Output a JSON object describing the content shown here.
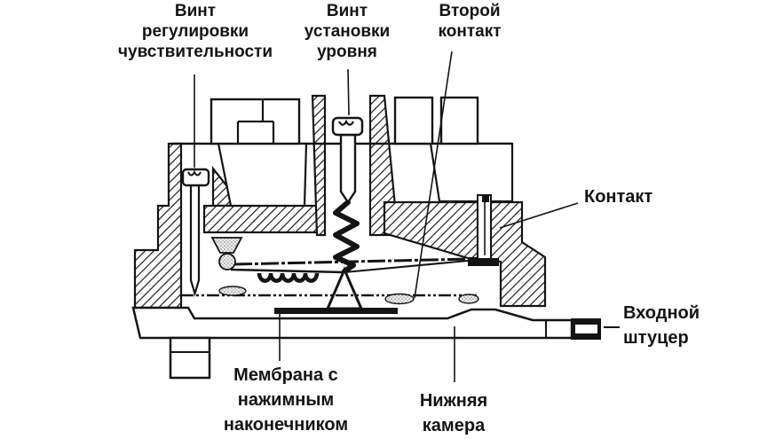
{
  "figure": {
    "type": "cross-section technical diagram (pressure switch)",
    "background_color": "#ffffff",
    "ink_color": "#141414",
    "labels": {
      "sensitivity_screw": "Винт\nрегулировки\nчувствительности",
      "level_screw": "Винт\nустановки\nуровня",
      "second_contact": "Второй\nконтакт",
      "contact": "Контакт",
      "inlet_fitting": "Входной\nштуцер",
      "membrane": "Мембрана с\nнажимным\nнаконечником",
      "lower_chamber": "Нижняя\nкамера"
    },
    "icons": {
      "hatching": "diagonal-section-hatch",
      "stipple": "insulator-stipple"
    }
  }
}
